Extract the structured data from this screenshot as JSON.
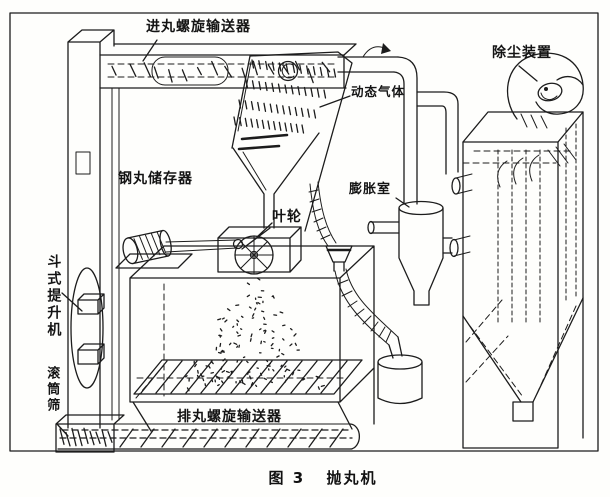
{
  "figure": {
    "caption": {
      "prefix": "图 3",
      "title": "抛丸机"
    },
    "labels": {
      "feed_conveyor": "进丸螺旋输送器",
      "shot_storage": "钢丸储存器",
      "dynamic_gas": "动态气体",
      "impeller": "叶轮",
      "expansion_chamber": "膨胀室",
      "dust_collector": "除尘装置",
      "bucket_elevator": "斗式提升机",
      "drum_screen": "滚筒筛",
      "discharge_conveyor": "排丸螺旋输送器"
    },
    "colors": {
      "ink": "#1c1c1c",
      "paper": "#fefefc"
    }
  }
}
